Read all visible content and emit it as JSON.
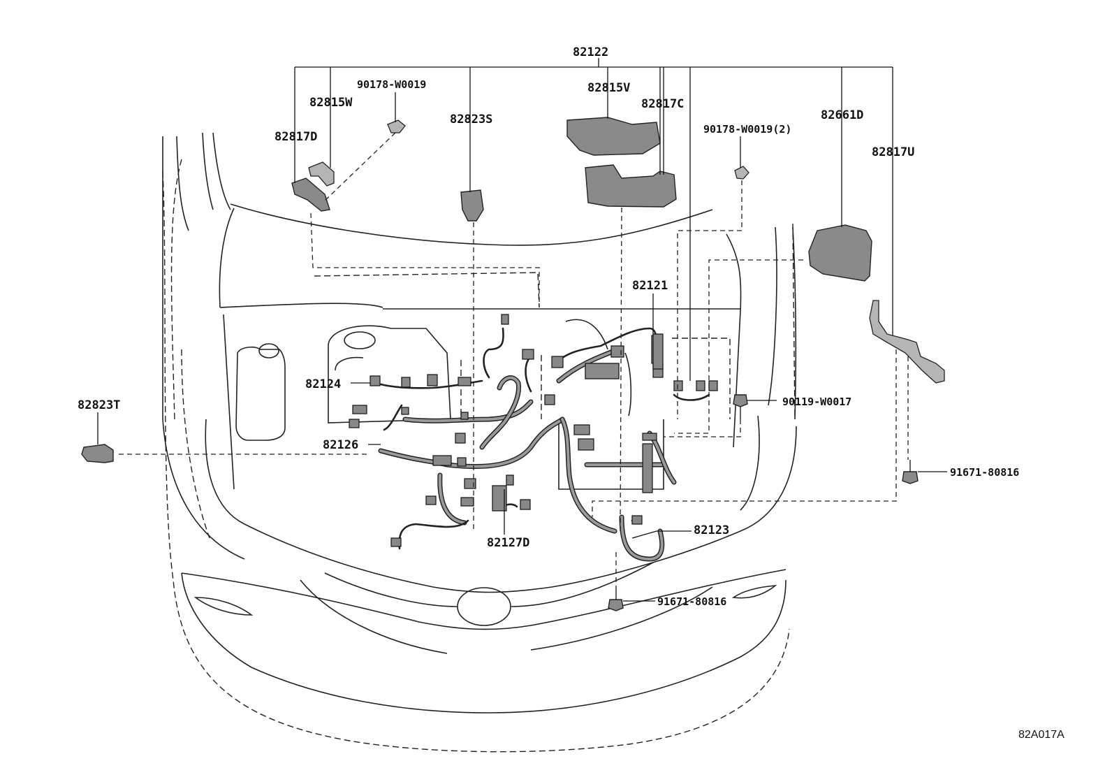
{
  "diagram": {
    "figure_code": "82A017A",
    "parts": {
      "p82122": "82122",
      "p82815W": "82815W",
      "p90178_W0019": "90178-W0019",
      "p82817D": "82817D",
      "p82823S": "82823S",
      "p82815V": "82815V",
      "p82817C": "82817C",
      "p90178_W0019_2": "90178-W0019(2)",
      "p82661D": "82661D",
      "p82817U": "82817U",
      "p82121": "82121",
      "p82124": "82124",
      "p82823T": "82823T",
      "p82126": "82126",
      "p90119_W0017": "90119-W0017",
      "p91671_80816_right": "91671-80816",
      "p82123": "82123",
      "p82127D": "82127D",
      "p91671_80816_bottom": "91671-80816"
    }
  }
}
